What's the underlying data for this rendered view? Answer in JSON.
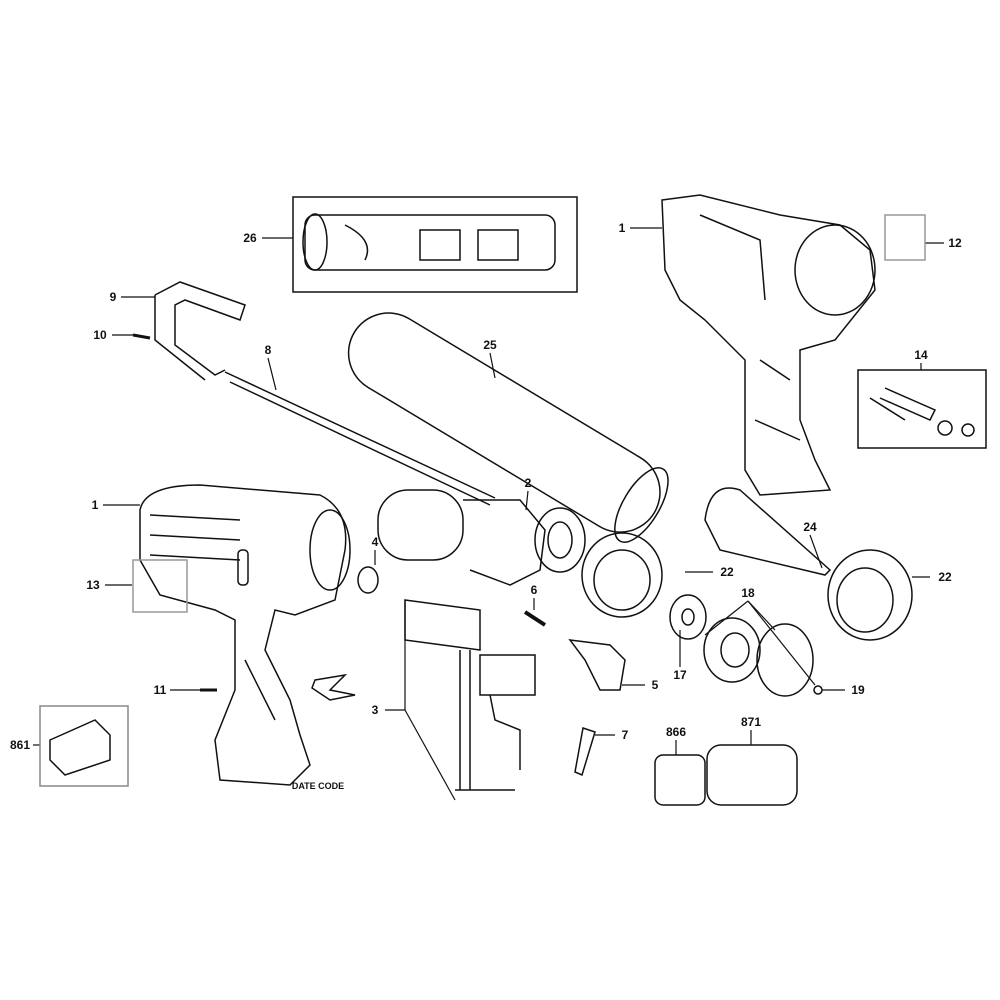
{
  "diagram": {
    "callouts": [
      {
        "id": "26",
        "label": "26"
      },
      {
        "id": "1-top",
        "label": "1"
      },
      {
        "id": "12",
        "label": "12"
      },
      {
        "id": "9",
        "label": "9"
      },
      {
        "id": "10",
        "label": "10"
      },
      {
        "id": "8",
        "label": "8"
      },
      {
        "id": "25",
        "label": "25"
      },
      {
        "id": "14",
        "label": "14"
      },
      {
        "id": "2",
        "label": "2"
      },
      {
        "id": "1-left",
        "label": "1"
      },
      {
        "id": "4",
        "label": "4"
      },
      {
        "id": "24",
        "label": "24"
      },
      {
        "id": "22-mid",
        "label": "22"
      },
      {
        "id": "22-right",
        "label": "22"
      },
      {
        "id": "13",
        "label": "13"
      },
      {
        "id": "6",
        "label": "6"
      },
      {
        "id": "18",
        "label": "18"
      },
      {
        "id": "5",
        "label": "5"
      },
      {
        "id": "17",
        "label": "17"
      },
      {
        "id": "19",
        "label": "19"
      },
      {
        "id": "11",
        "label": "11"
      },
      {
        "id": "3",
        "label": "3"
      },
      {
        "id": "7",
        "label": "7"
      },
      {
        "id": "866",
        "label": "866"
      },
      {
        "id": "871",
        "label": "871"
      },
      {
        "id": "861",
        "label": "861"
      }
    ],
    "date_code_label": "DATE CODE",
    "line_color": "#111111"
  }
}
